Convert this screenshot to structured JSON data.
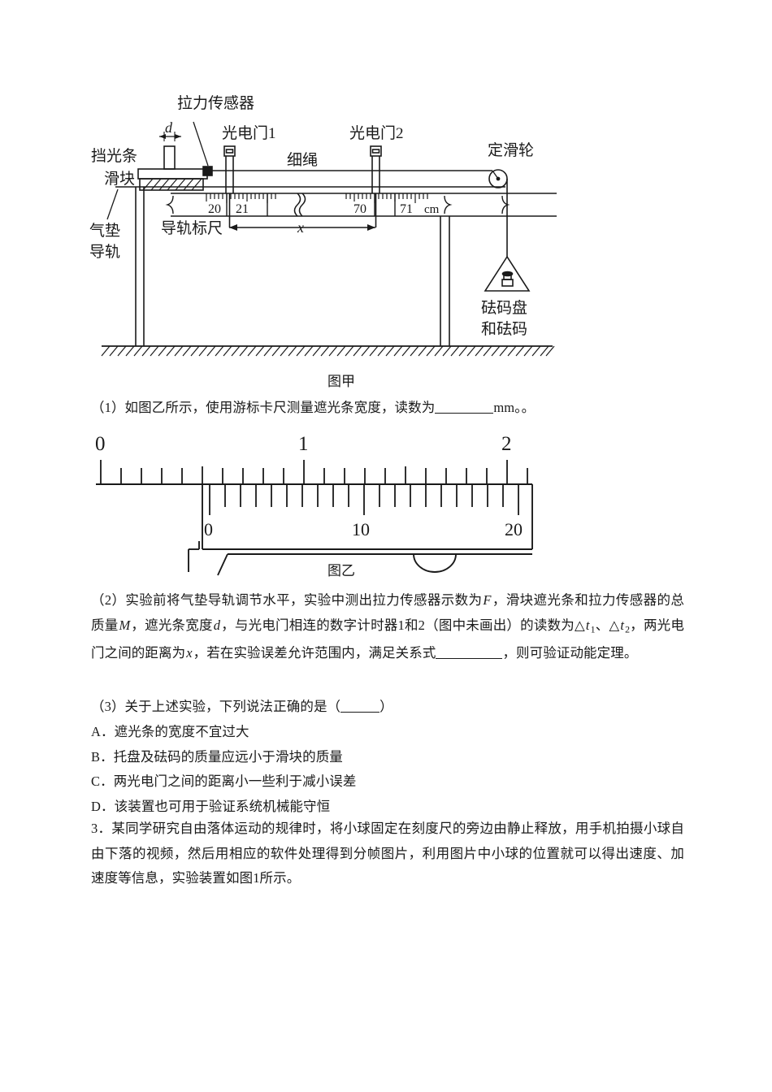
{
  "figure_jia": {
    "caption": "图甲",
    "labels": {
      "force_sensor": "拉力传感器",
      "d_symbol": "d",
      "photogate1": "光电门1",
      "photogate2": "光电门2",
      "string": "细绳",
      "pulley": "定滑轮",
      "light_barrier": "挡光条",
      "slider": "滑块",
      "air_track": "气垫\n导轨",
      "air_track_line1": "气垫",
      "air_track_line2": "导轨",
      "track_ruler": "导轨标尺",
      "weight_pan_line1": "砝码盘",
      "weight_pan_line2": "和砝码",
      "x_symbol": "x"
    },
    "ruler_marks": [
      "20",
      "21",
      "70",
      "71",
      "cm"
    ]
  },
  "figure_yi": {
    "caption": "图乙",
    "main_scale_labels": [
      "0",
      "1",
      "2"
    ],
    "vernier_scale_labels": [
      "0",
      "10",
      "20"
    ],
    "main_divisions": 21,
    "vernier_divisions": 21
  },
  "questions": {
    "q1_pre": "（1）如图乙所示，使用游标卡尺测量遮光条宽度，读数为",
    "q1_unit": "mm。。",
    "q2_part1": "（2）实验前将气垫导轨调节水平，实验中测出拉力传感器示数为",
    "q2_F": "F",
    "q2_part2": "，滑块遮光条和拉力传感器的总质量",
    "q2_M": "M",
    "q2_part3": "，遮光条宽度",
    "q2_d": "d",
    "q2_part4": "，与光电门相连的数字计时器1和2（图中未画出）的读数为△",
    "q2_t1": "t",
    "q2_t1sub": "1",
    "q2_part5": "、△",
    "q2_t2": "t",
    "q2_t2sub": "2",
    "q2_part6": "，两光电门之间的距离为",
    "q2_x": "x",
    "q2_part7": "，若在实验误差允许范围内，满足关系式",
    "q2_part8": "，则可验证动能定理。",
    "q3_stem": "（3）关于上述实验，下列说法正确的是（",
    "q3_stem_end": "）",
    "options": [
      "A．遮光条的宽度不宜过大",
      "B．托盘及砝码的质量应远小于滑块的质量",
      "C．两光电门之间的距离小一些利于减小误差",
      "D．该装置也可用于验证系统机械能守恒"
    ],
    "q4_text": "3．某同学研究自由落体运动的规律时，将小球固定在刻度尺的旁边由静止释放，用手机拍摄小球自由下落的视频，然后用相应的软件处理得到分帧图片，利用图片中小球的位置就可以得出速度、加速度等信息，实验装置如图1所示。"
  },
  "colors": {
    "ink": "#1a1a1a",
    "paper": "#ffffff"
  }
}
